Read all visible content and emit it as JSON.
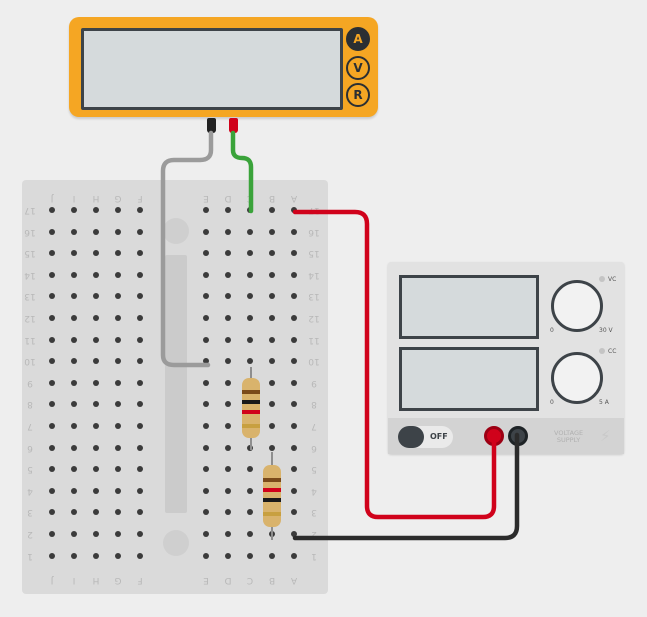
{
  "multimeter": {
    "modes": [
      "A",
      "V",
      "R"
    ],
    "active_mode": "A"
  },
  "breadboard": {
    "columns": [
      "A",
      "B",
      "C",
      "D",
      "E",
      "F",
      "G",
      "H",
      "I",
      "J"
    ],
    "row_count": 17
  },
  "power_supply": {
    "voltage_max": "30 V",
    "current_max": "5 A",
    "dial_min": "0",
    "vc_label": "VC",
    "cc_label": "CC",
    "switch_label": "OFF",
    "brand_line1": "VOLTAGE",
    "brand_line2": "SUPPLY"
  },
  "colors": {
    "multimeter_body": "#f5a623",
    "wire_red": "#d0021b",
    "wire_black": "#2b2b2b",
    "wire_gray": "#9b9b9b",
    "wire_green": "#3aa33a",
    "resistor_body": "#d9b36c"
  }
}
